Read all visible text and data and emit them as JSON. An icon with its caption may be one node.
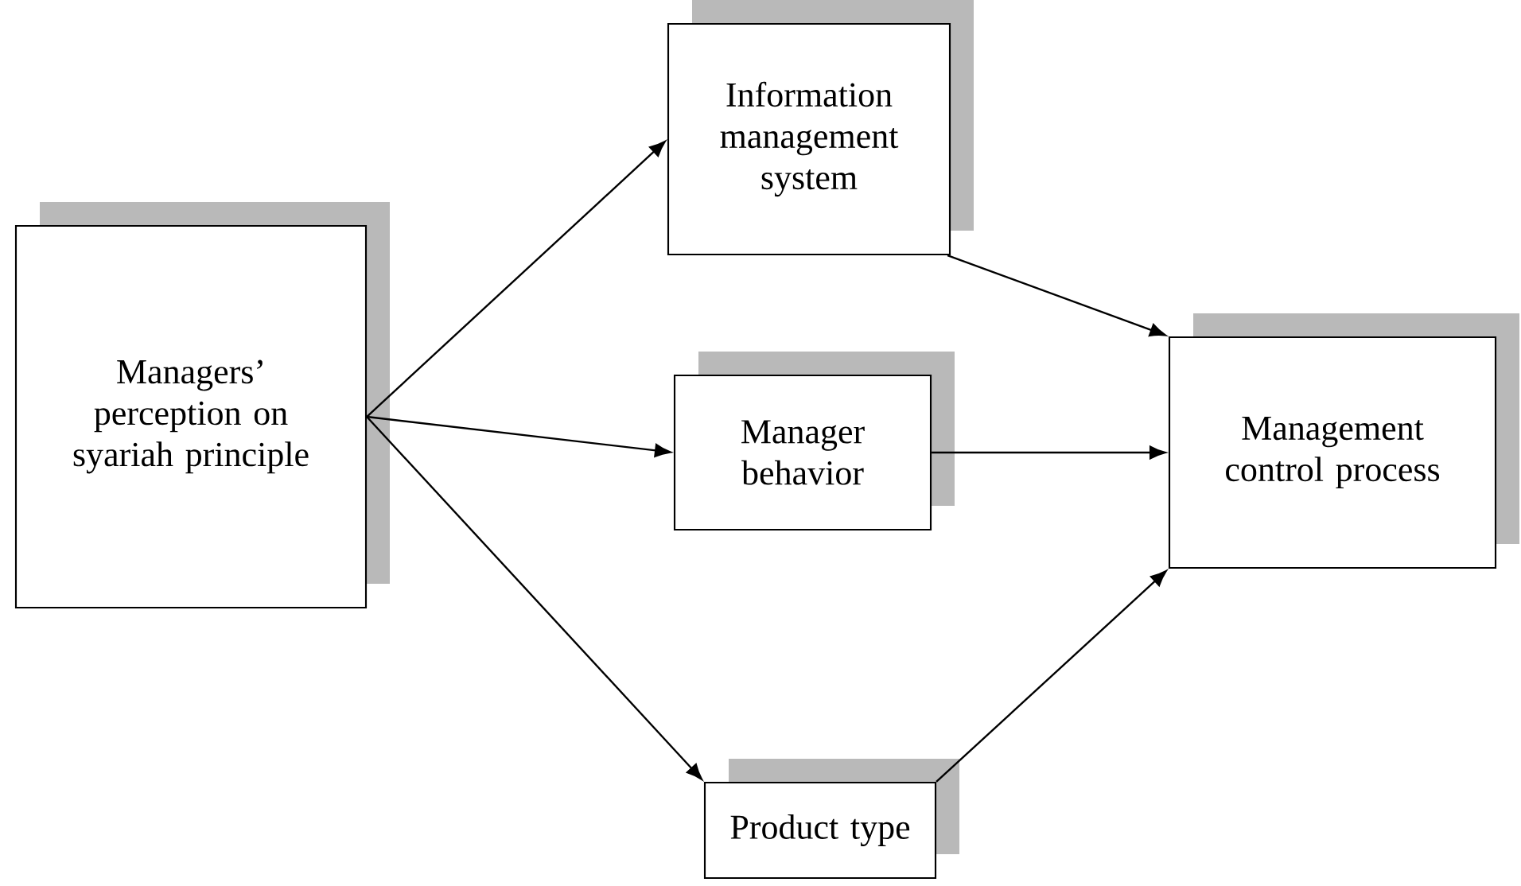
{
  "diagram": {
    "nodes": [
      {
        "text": [
          "Managers’ perception on syariah principle"
        ]
      },
      {
        "text": [
          "Information management system"
        ]
      },
      {
        "text": [
          "Manager behavior"
        ]
      },
      {
        "text": [
          "Management control process"
        ]
      },
      {
        "text": [
          "Product type"
        ]
      }
    ],
    "edges": [
      {
        "from": 0,
        "to": 1,
        "arrow": "to"
      },
      {
        "from": 0,
        "to": 2,
        "arrow": "to"
      },
      {
        "from": 0,
        "to": 4,
        "arrow": "to"
      },
      {
        "from": 1,
        "to": 3,
        "arrow": "to"
      },
      {
        "from": 2,
        "to": 3,
        "arrow": "to"
      },
      {
        "from": 4,
        "to": 3,
        "arrow": "to"
      }
    ]
  }
}
